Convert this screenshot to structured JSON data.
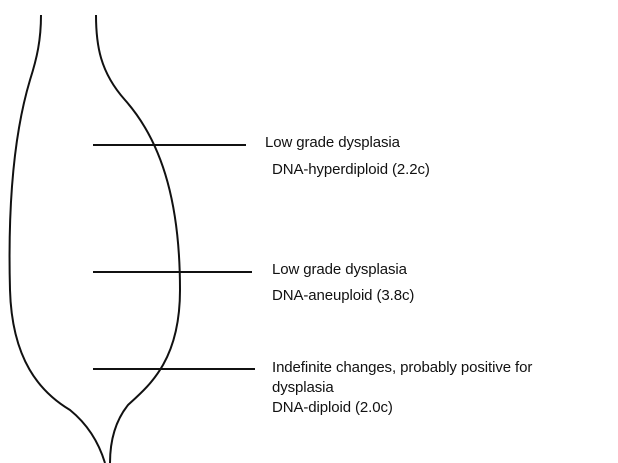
{
  "annotations": [
    {
      "grade": "Low grade dysplasia",
      "dna": "DNA-hyperdiploid (2.2c)"
    },
    {
      "grade": "Low grade dysplasia",
      "dna": "DNA-aneuploid (3.8c)"
    },
    {
      "grade_line1": "Indefinite changes, probably positive for",
      "grade_line2": "dysplasia",
      "dna": "DNA-diploid (2.0c)"
    }
  ]
}
